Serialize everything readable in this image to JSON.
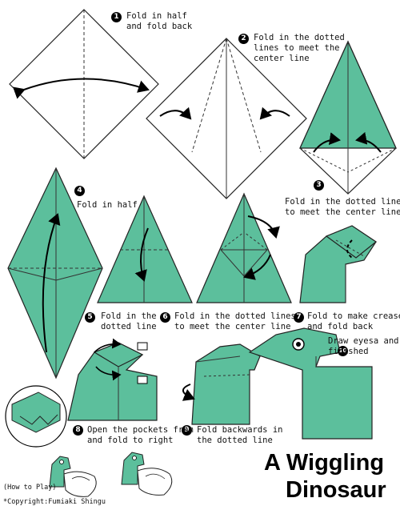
{
  "colors": {
    "paper": "#5cbf9c",
    "paper_back": "#ffffff",
    "outline": "#222222",
    "crease": "#333333"
  },
  "steps": [
    {
      "num": "1",
      "text": "Fold in half\nand fold back"
    },
    {
      "num": "2",
      "text": "Fold in the dotted\nlines to meet the\ncenter line"
    },
    {
      "num": "3",
      "text": "Fold in the dotted lines\nto meet the center line"
    },
    {
      "num": "4",
      "text": "Fold in half"
    },
    {
      "num": "5",
      "text": "Fold in the\ndotted line"
    },
    {
      "num": "6",
      "text": "Fold in the dotted lines\nto meet the center line"
    },
    {
      "num": "7",
      "text": "Fold to make crease\nand fold back"
    },
    {
      "num": "8",
      "text": "Open the pockets from\nand fold to right"
    },
    {
      "num": "9",
      "text": "Fold backwards in\nthe dotted line"
    },
    {
      "num": "10",
      "text": "Draw eyesa and\nfinished"
    }
  ],
  "title": {
    "line1": "A Wiggling",
    "line2": "Dinosaur"
  },
  "how_to_play": "(How to Play)",
  "copyright": "*Copyright:Fumiaki Shingu"
}
